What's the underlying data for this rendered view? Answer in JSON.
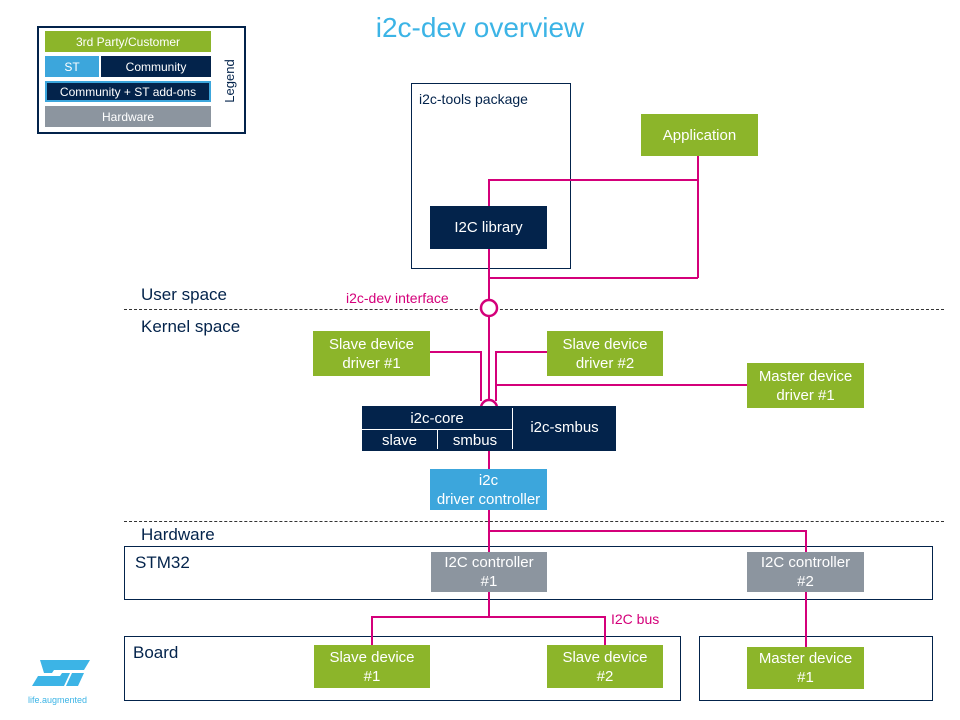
{
  "title": "i2c-dev overview",
  "legend": {
    "title": "Legend",
    "third_party": "3rd Party/Customer",
    "st": "ST",
    "community": "Community",
    "community_st": "Community + ST add-ons",
    "hardware": "Hardware"
  },
  "regions": {
    "user_space": "User space",
    "kernel_space": "Kernel space",
    "hardware": "Hardware",
    "stm32": "STM32",
    "board": "Board"
  },
  "i2c_tools": {
    "package_label": "i2c-tools package",
    "library": "I2C library"
  },
  "application": "Application",
  "interface_label": "i2c-dev interface",
  "slave_driver_1": "Slave device\ndriver #1",
  "slave_driver_2": "Slave device\ndriver #2",
  "master_driver_1": "Master device\ndriver #1",
  "core": {
    "core": "i2c-core",
    "slave": "slave",
    "smbus": "smbus",
    "i2c_smbus": "i2c-smbus"
  },
  "driver_controller": "i2c\ndriver controller",
  "controller_1": "I2C controller\n#1",
  "controller_2": "I2C controller\n#2",
  "bus_label": "I2C bus",
  "slave_device_1": "Slave device\n#1",
  "slave_device_2": "Slave device\n#2",
  "master_device_1": "Master device\n#1",
  "logo": {
    "tagline": "life.augmented"
  },
  "colors": {
    "customer": "#8cb52a",
    "st": "#3ca6dc",
    "community": "#03234b",
    "hardware": "#8c959f",
    "connector": "#d4007a"
  }
}
